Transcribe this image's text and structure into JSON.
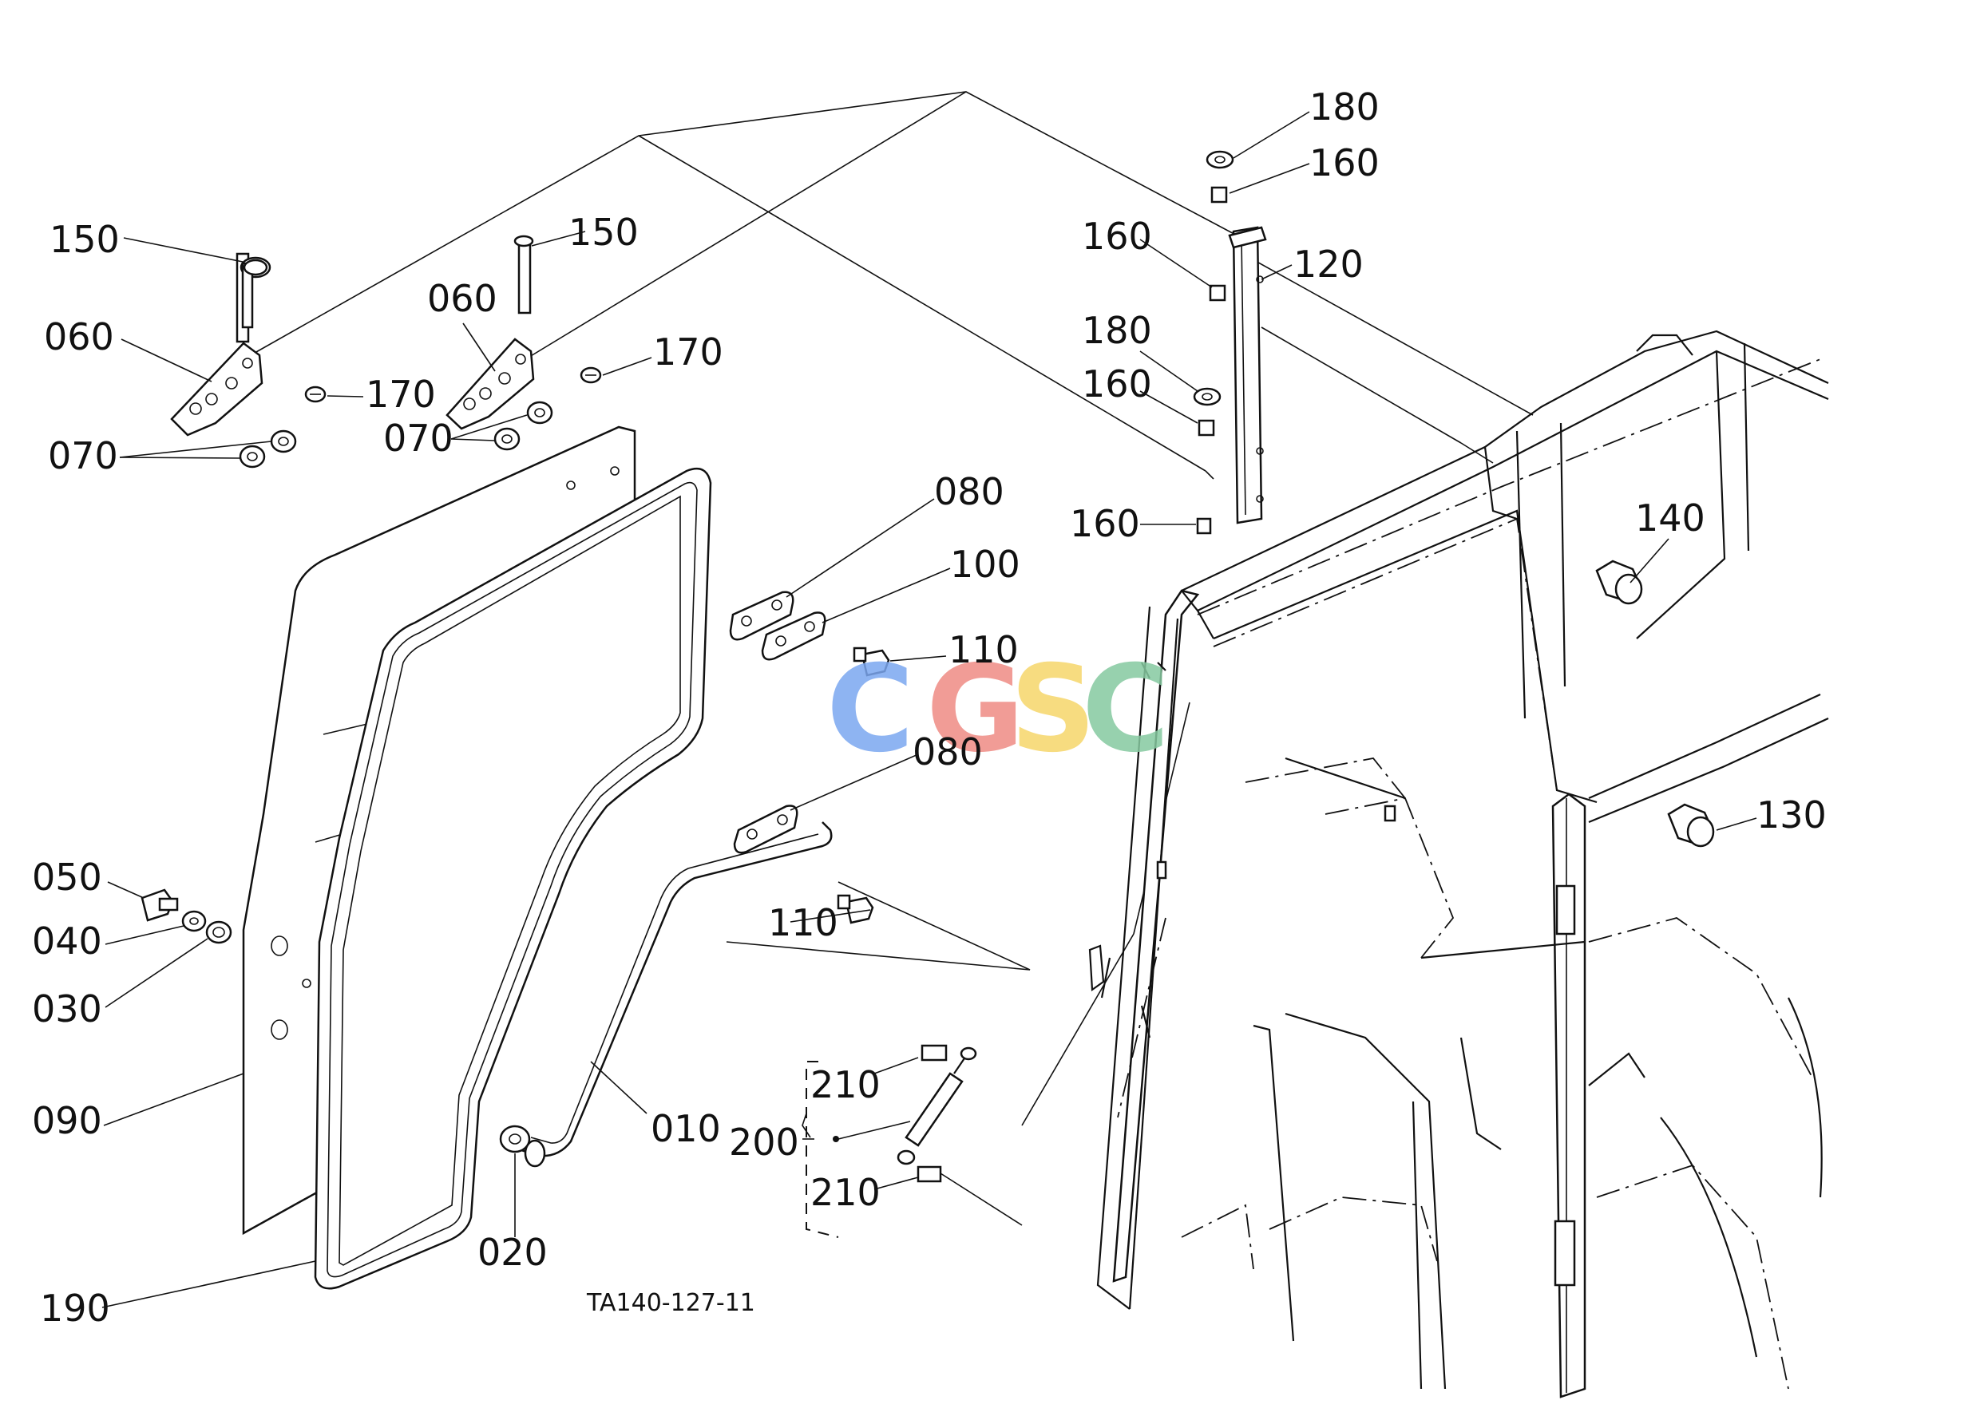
{
  "callouts": {
    "l150a": "150",
    "l150b": "150",
    "l060a": "060",
    "l060b": "060",
    "l170a": "170",
    "l170b": "170",
    "l070a": "070",
    "l070b": "070",
    "l080a": "080",
    "l080b": "080",
    "l100": "100",
    "l110a": "110",
    "l110b": "110",
    "l180a": "180",
    "l180b": "180",
    "l160a": "160",
    "l160b": "160",
    "l160c": "160",
    "l160d": "160",
    "l120": "120",
    "l140": "140",
    "l130": "130",
    "l050": "050",
    "l040": "040",
    "l030": "030",
    "l090": "090",
    "l010": "010",
    "l020": "020",
    "l190": "190",
    "l200": "200",
    "l210a": "210",
    "l210b": "210"
  },
  "drawing_code": "TA140-127-11",
  "watermark": {
    "c1": "C",
    "g": "G",
    "s": "S",
    "c2": "C"
  },
  "colors": {
    "ink": "#111111",
    "wm_blue": "#7ba7f0",
    "wm_red": "#ef8b84",
    "wm_yellow": "#f6d66a",
    "wm_green": "#86c9a0"
  }
}
